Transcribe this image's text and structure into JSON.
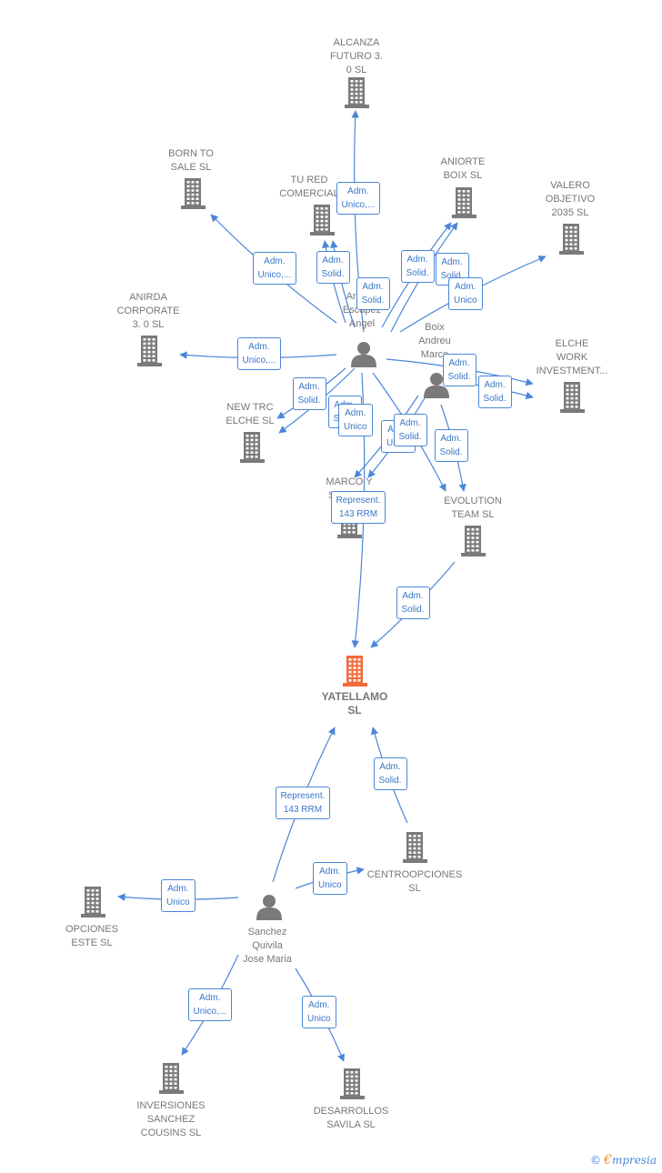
{
  "colors": {
    "edge": "#4a86d8",
    "building": "#7a7a7a",
    "center": "#f26a3a",
    "person": "#7a7a7a"
  },
  "nodes": [
    {
      "id": "alcanza",
      "kind": "company",
      "label": "ALCANZA\nFUTURO 3.\n0  SL"
    },
    {
      "id": "born",
      "kind": "company",
      "label": "BORN TO\nSALE  SL"
    },
    {
      "id": "tured",
      "kind": "company",
      "label": "TU RED\nCOMERCIAL"
    },
    {
      "id": "aniorte",
      "kind": "company",
      "label": "ANIORTE\nBOIX SL"
    },
    {
      "id": "valero",
      "kind": "company",
      "label": "VALERO\nOBJETIVO\n2035  SL"
    },
    {
      "id": "anirda",
      "kind": "company",
      "label": "ANIRDA\nCORPORATE\n3. 0  SL"
    },
    {
      "id": "elche",
      "kind": "company",
      "label": "ELCHE\nWORK\nINVESTMENT..."
    },
    {
      "id": "newtrc",
      "kind": "company",
      "label": "NEW TRC\nELCHE  SL"
    },
    {
      "id": "marco",
      "kind": "company",
      "label": "MARCO Y\nSARA  SL"
    },
    {
      "id": "evolution",
      "kind": "company",
      "label": "EVOLUTION\nTEAM  SL"
    },
    {
      "id": "yatellamo",
      "kind": "center",
      "label": "YATELLAMO\nSL"
    },
    {
      "id": "centro",
      "kind": "company",
      "label": "CENTROOPCIONES\nSL"
    },
    {
      "id": "opciones",
      "kind": "company",
      "label": "OPCIONES\nESTE  SL"
    },
    {
      "id": "inversiones",
      "kind": "company",
      "label": "INVERSIONES\nSANCHEZ\nCOUSINS  SL"
    },
    {
      "id": "desarrollos",
      "kind": "company",
      "label": "DESARROLLOS\nSAVILA  SL"
    },
    {
      "id": "angel",
      "kind": "person",
      "label": "Aniorte\nEscapez\nAngel"
    },
    {
      "id": "boix",
      "kind": "person",
      "label": "Boix\nAndreu\nMarco"
    },
    {
      "id": "sanchez",
      "kind": "person",
      "label": "Sanchez\nQuivila\nJose Maria"
    }
  ],
  "edge_labels": [
    {
      "id": "e1",
      "text": "Adm.\nUnico,..."
    },
    {
      "id": "e2",
      "text": "Adm.\nUnico,..."
    },
    {
      "id": "e3",
      "text": "Adm.\nSolid."
    },
    {
      "id": "e4",
      "text": "Adm.\nSolid."
    },
    {
      "id": "e5",
      "text": "Adm.\nSolid."
    },
    {
      "id": "e6",
      "text": "Adm.\nSolid."
    },
    {
      "id": "e7",
      "text": "Adm.\nUnico"
    },
    {
      "id": "e8",
      "text": "Adm.\nUnico,..."
    },
    {
      "id": "e9",
      "text": "Adm.\nSolid."
    },
    {
      "id": "e10",
      "text": "Adm.\nSolid."
    },
    {
      "id": "e11",
      "text": "Adm.\nSolid."
    },
    {
      "id": "e12",
      "text": "Adm.\nSolid."
    },
    {
      "id": "e13",
      "text": "Adm.\nUnico"
    },
    {
      "id": "e14",
      "text": "Adm.\nUnico"
    },
    {
      "id": "e15",
      "text": "Adm.\nSolid."
    },
    {
      "id": "e16",
      "text": "Adm.\nSolid."
    },
    {
      "id": "e17",
      "text": "Represent.\n143 RRM"
    },
    {
      "id": "e18",
      "text": "Adm.\nSolid."
    },
    {
      "id": "e19",
      "text": "Represent.\n143 RRM"
    },
    {
      "id": "e20",
      "text": "Adm.\nSolid."
    },
    {
      "id": "e21",
      "text": "Adm.\nUnico"
    },
    {
      "id": "e22",
      "text": "Adm.\nUnico"
    },
    {
      "id": "e23",
      "text": "Adm.\nUnico,..."
    },
    {
      "id": "e24",
      "text": "Adm.\nUnico"
    }
  ],
  "brand": {
    "copyright": "©",
    "e": "€",
    "rest": "mpresia"
  }
}
